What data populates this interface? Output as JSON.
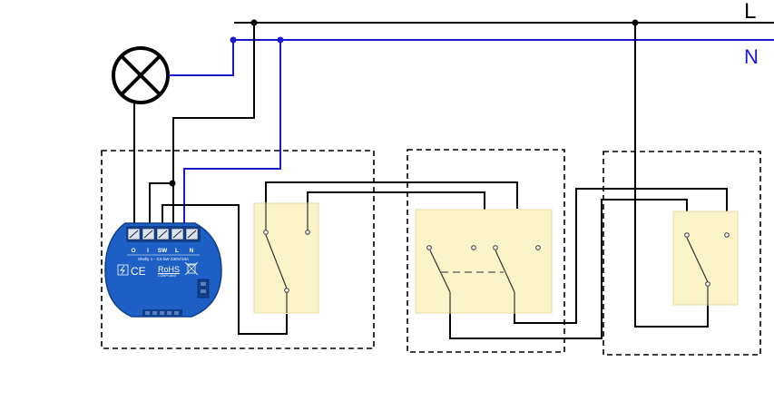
{
  "labels": {
    "live": "L",
    "neutral": "N"
  },
  "device": {
    "terminals": [
      "O",
      "I",
      "SW",
      "L",
      "N"
    ],
    "model_text": "Shelly 1 - 3,5 kW 230V/16A",
    "ce_mark": "CE",
    "rohs": "RoHS",
    "compliant": "COMPLIANT"
  },
  "colors": {
    "live_wire": "#000000",
    "neutral_wire": "#1a1acc",
    "device_body": "#1d5fc4",
    "switch_plate": "#fbf4c8"
  },
  "icons": [
    "lamp-icon",
    "weee-bin-icon",
    "lightning-icon"
  ]
}
